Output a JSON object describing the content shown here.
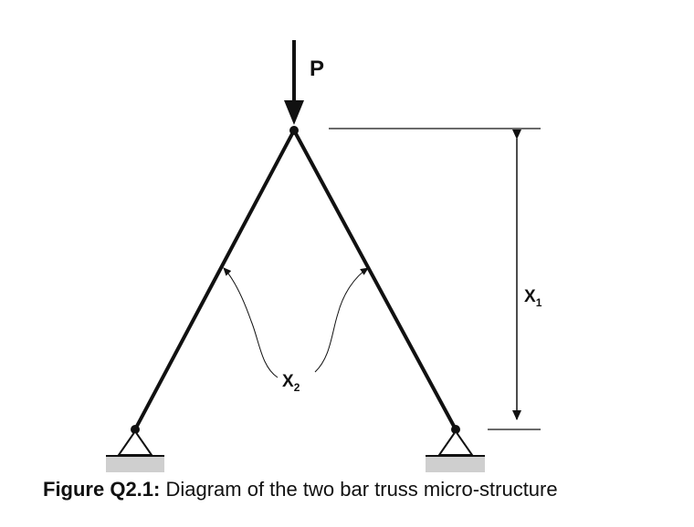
{
  "diagram": {
    "load_label": "P",
    "height_label": "X",
    "height_subscript": "1",
    "angle_label": "X",
    "angle_subscript": "2"
  },
  "caption": {
    "figure_id": "Figure Q2.1:",
    "text": " Diagram of the two bar truss micro-structure"
  },
  "colors": {
    "line": "#111111",
    "ground": "#cfcfcf"
  }
}
